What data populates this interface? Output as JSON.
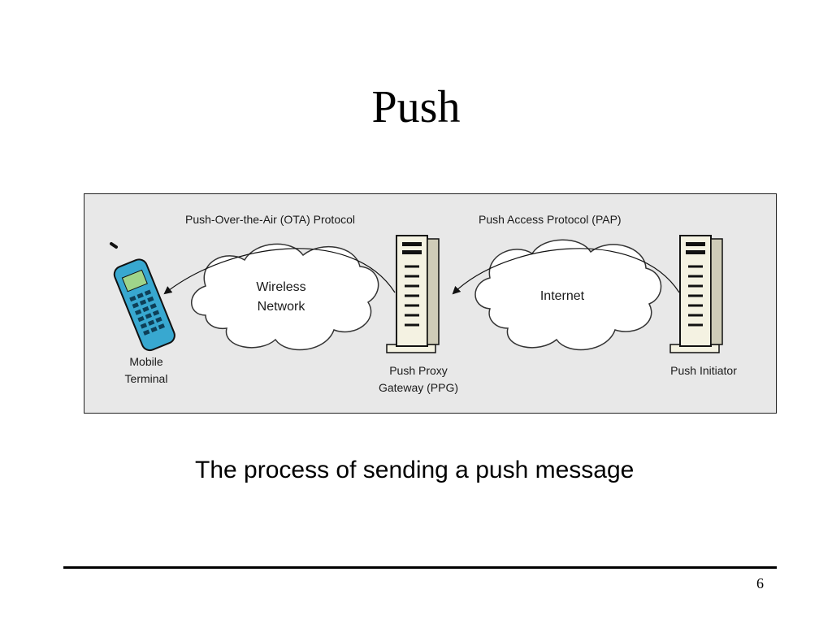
{
  "slide": {
    "title": "Push",
    "caption": "The process of sending a push message",
    "page_number": "6"
  },
  "diagram": {
    "labels": {
      "ota_protocol": "Push-Over-the-Air (OTA) Protocol",
      "pap_protocol": "Push Access Protocol (PAP)"
    },
    "clouds": {
      "wireless": [
        "Wireless",
        "Network"
      ],
      "internet": "Internet"
    },
    "nodes": {
      "mobile": [
        "Mobile",
        "Terminal"
      ],
      "ppg": [
        "Push Proxy",
        "Gateway (PPG)"
      ],
      "initiator": "Push Initiator"
    },
    "colors": {
      "panel_bg": "#e8e8e8",
      "panel_border": "#222222",
      "phone_body": "#38a8d0",
      "phone_screen": "#9fd48a",
      "server_body": "#f4f2e2"
    }
  }
}
